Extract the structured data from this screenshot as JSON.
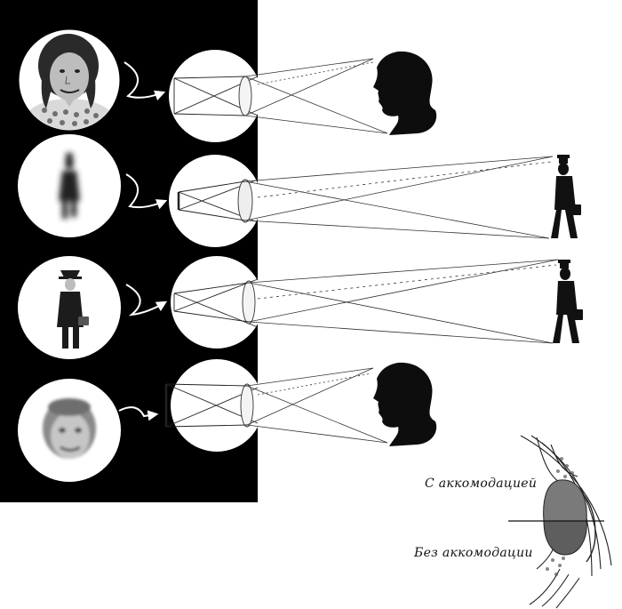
{
  "figure": {
    "rows": [
      {
        "image": "girl-portrait-sharp",
        "subject": "girl-silhouette",
        "focus": "sharp"
      },
      {
        "image": "man-walking-blurred",
        "subject": "man-with-briefcase",
        "focus": "blurred"
      },
      {
        "image": "man-walking-sharp",
        "subject": "man-with-briefcase",
        "focus": "sharp"
      },
      {
        "image": "girl-portrait-blurred",
        "subject": "girl-silhouette",
        "focus": "blurred"
      }
    ],
    "inset": {
      "label_accommodated": "С аккомодацией",
      "label_relaxed": "Без аккомодации"
    }
  },
  "colors": {
    "panel": "#000000",
    "ink": "#111111",
    "lens_with": "#7a7a7a",
    "lens_without": "#5e5e5e",
    "paper": "#ffffff"
  }
}
